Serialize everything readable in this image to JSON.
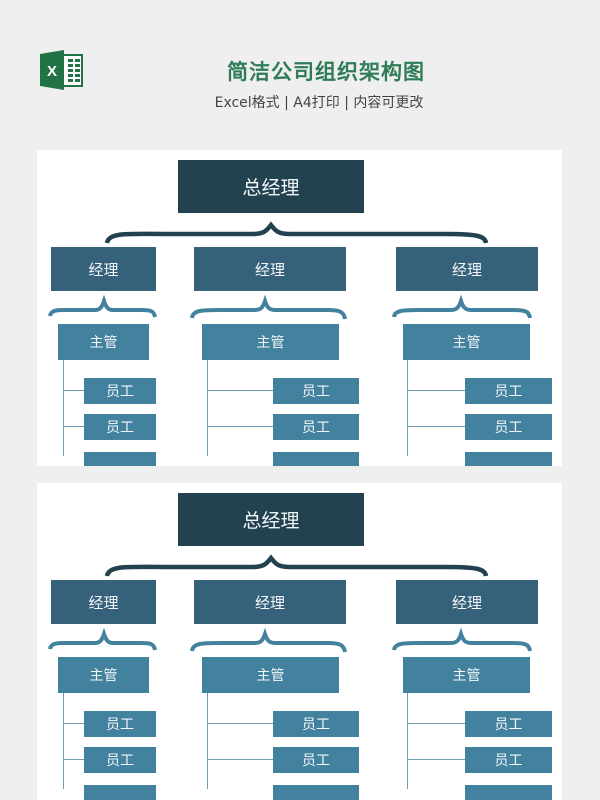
{
  "header": {
    "icon": "excel-icon",
    "title": "简洁公司组织架构图",
    "subtitle": "Excel格式 | A4打印 | 内容可更改"
  },
  "colors": {
    "title_green": "#2e7d57",
    "general_manager": "#21424e",
    "manager": "#35617a",
    "supervisor": "#43829f",
    "employee": "#43829f",
    "connector_line": "#6e9fb6",
    "background": "#efefef",
    "panel": "#ffffff"
  },
  "panels": [
    {
      "general_manager": "总经理",
      "branches": [
        {
          "manager": "经理",
          "supervisor": "主管",
          "employees": [
            "员工",
            "员工",
            ""
          ]
        },
        {
          "manager": "经理",
          "supervisor": "主管",
          "employees": [
            "员工",
            "员工",
            ""
          ]
        },
        {
          "manager": "经理",
          "supervisor": "主管",
          "employees": [
            "员工",
            "员工",
            ""
          ]
        }
      ]
    },
    {
      "general_manager": "总经理",
      "branches": [
        {
          "manager": "经理",
          "supervisor": "主管",
          "employees": [
            "员工",
            "员工",
            ""
          ]
        },
        {
          "manager": "经理",
          "supervisor": "主管",
          "employees": [
            "员工",
            "员工",
            ""
          ]
        },
        {
          "manager": "经理",
          "supervisor": "主管",
          "employees": [
            "员工",
            "员工",
            ""
          ]
        }
      ]
    }
  ]
}
